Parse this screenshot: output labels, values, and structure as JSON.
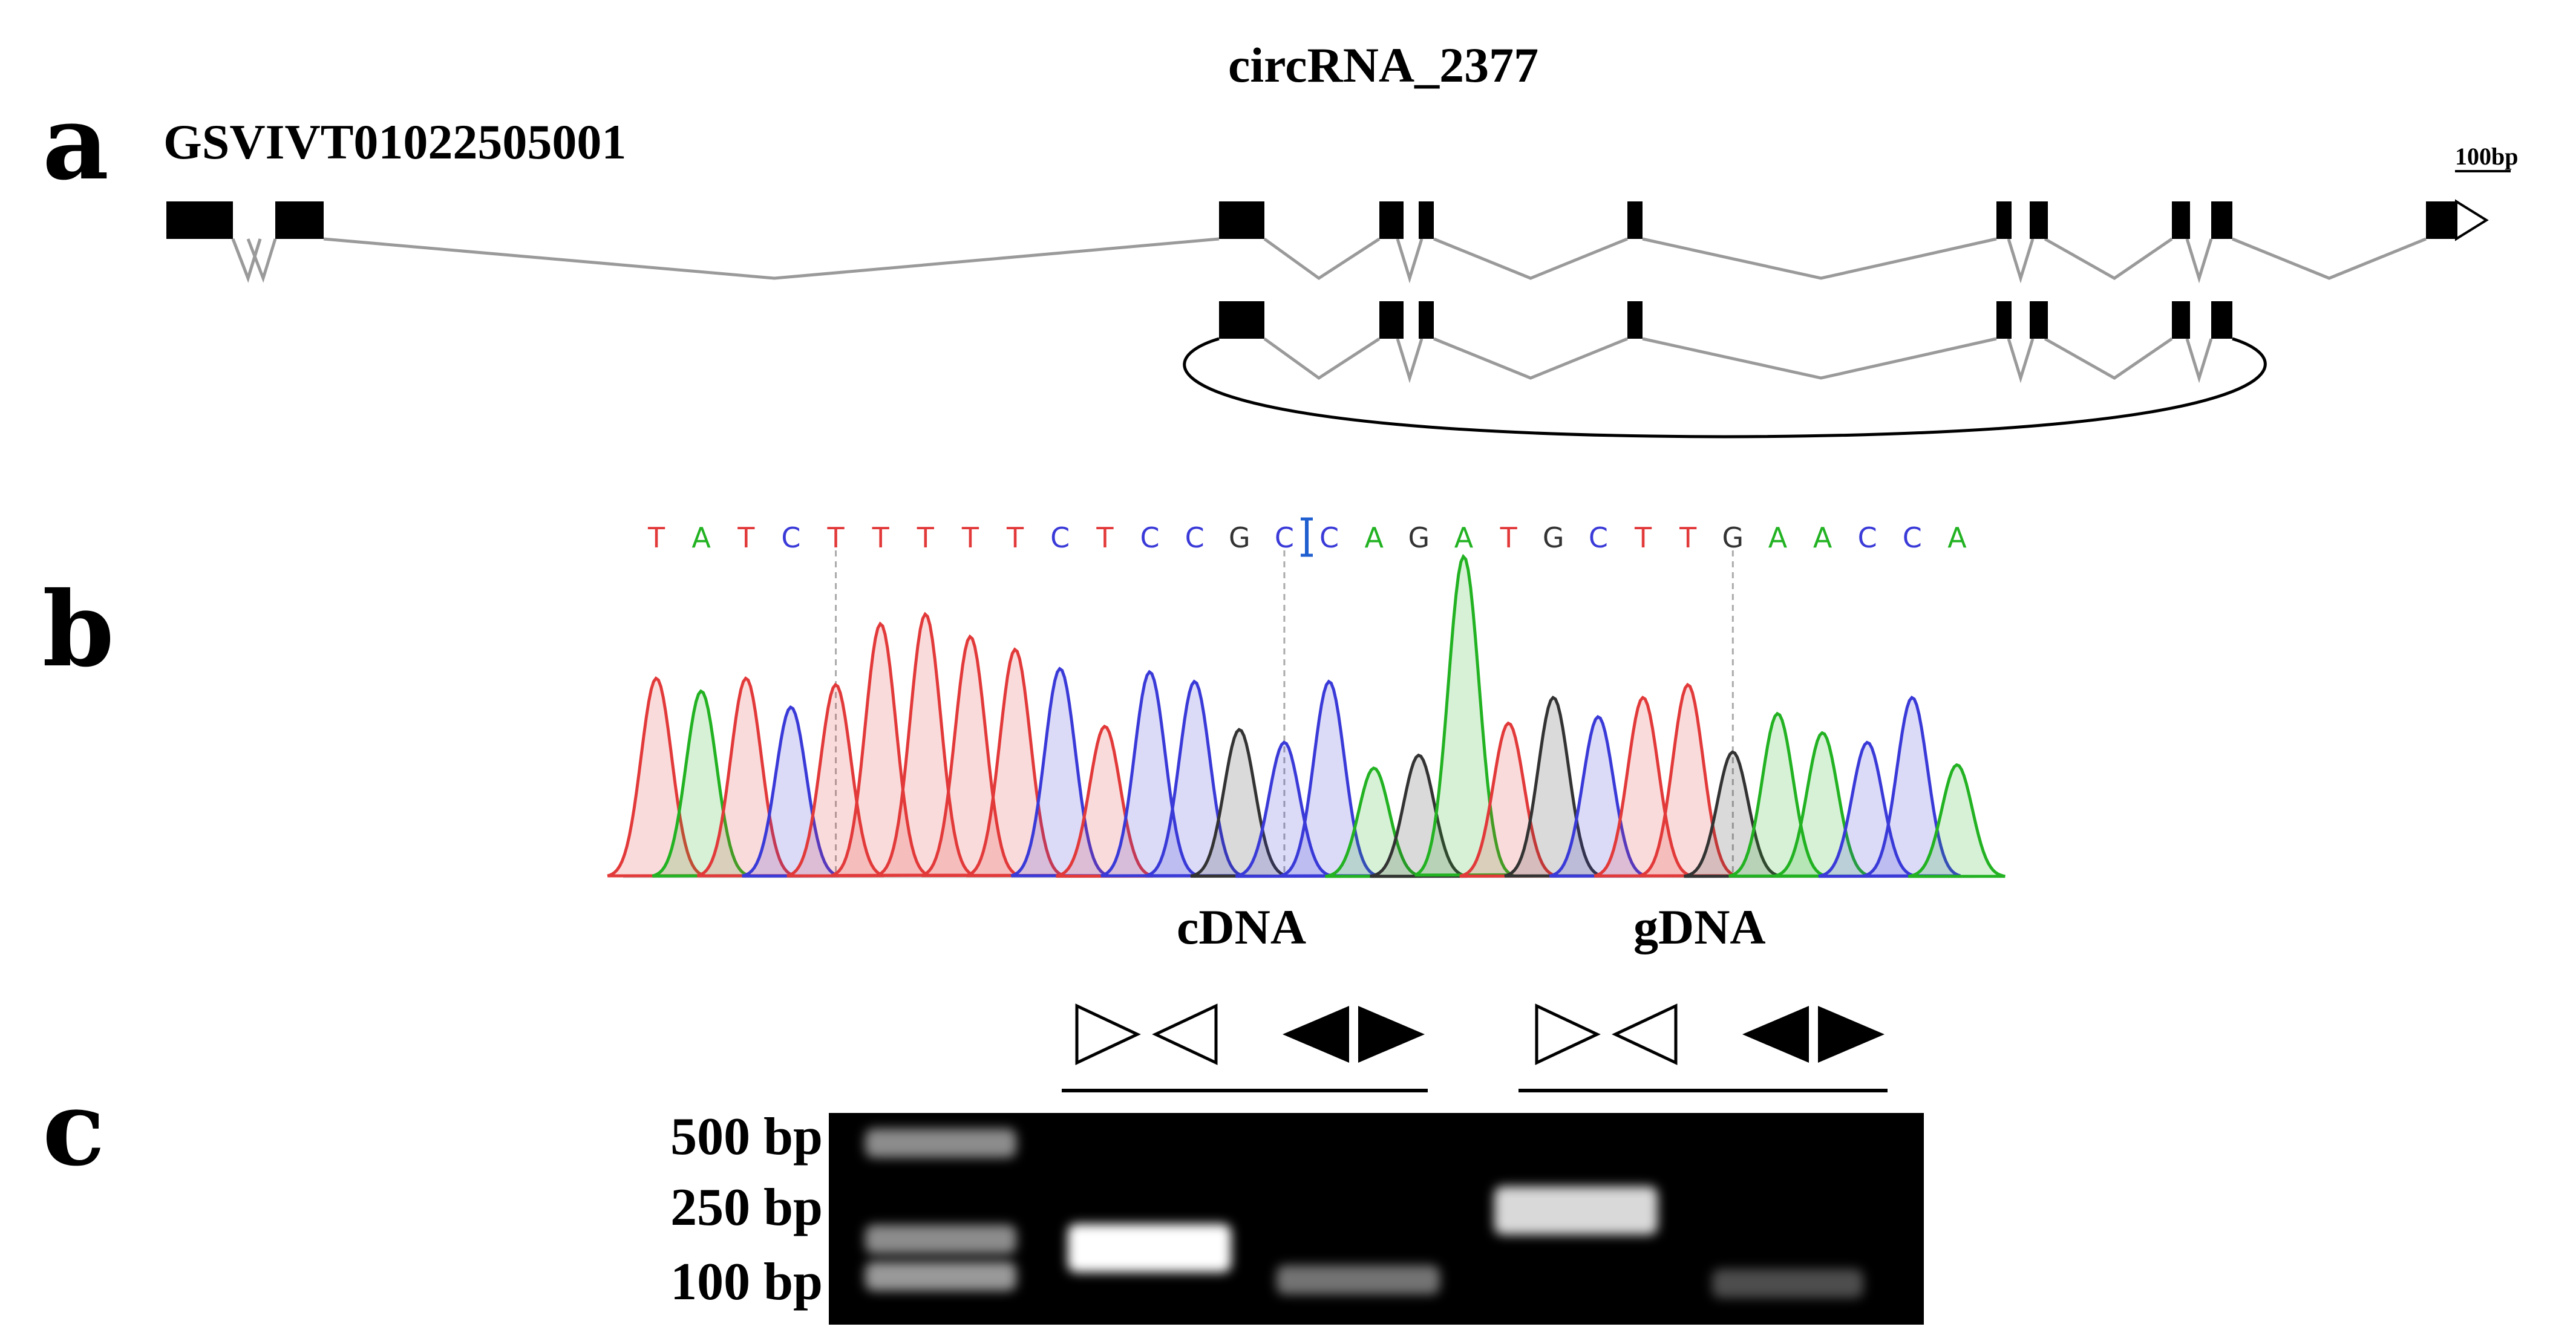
{
  "panels": {
    "a": {
      "letter": "a",
      "gene_name": "GSVIVT01022505001",
      "circ_name": "circRNA_2377",
      "scale_label": "100bp"
    },
    "b": {
      "letter": "b"
    },
    "c": {
      "letter": "c",
      "group1": "cDNA",
      "group2": "gDNA",
      "ladder": [
        "500 bp",
        "250 bp",
        "100 bp"
      ]
    }
  },
  "sequence": {
    "bases": [
      "T",
      "A",
      "T",
      "C",
      "T",
      "T",
      "T",
      "T",
      "T",
      "C",
      "T",
      "C",
      "C",
      "G",
      "C",
      "C",
      "A",
      "G",
      "A",
      "T",
      "G",
      "C",
      "T",
      "T",
      "G",
      "A",
      "A",
      "C",
      "C",
      "A"
    ],
    "base_colors": {
      "A": "#22b222",
      "C": "#3a3ad8",
      "G": "#333333",
      "T": "#e23a3a"
    },
    "peak_heights": [
      0.62,
      0.58,
      0.62,
      0.53,
      0.6,
      0.79,
      0.82,
      0.75,
      0.71,
      0.65,
      0.47,
      0.64,
      0.61,
      0.46,
      0.42,
      0.61,
      0.34,
      0.38,
      1.0,
      0.48,
      0.56,
      0.5,
      0.56,
      0.6,
      0.39,
      0.51,
      0.45,
      0.42,
      0.56,
      0.35
    ]
  },
  "gel": {
    "lanes": [
      {
        "bands": [
          {
            "size": 500,
            "intensity": 0.55
          },
          {
            "size": 180,
            "intensity": 0.55
          },
          {
            "size": 110,
            "intensity": 0.6
          }
        ]
      },
      {
        "bands": [
          {
            "size": 160,
            "intensity": 1.0
          }
        ]
      },
      {
        "bands": [
          {
            "size": 105,
            "intensity": 0.45
          }
        ]
      },
      {
        "bands": [
          {
            "size": 260,
            "intensity": 0.85
          }
        ]
      },
      {
        "bands": [
          {
            "size": 100,
            "intensity": 0.3
          }
        ]
      }
    ]
  },
  "colors": {
    "exon": "#000000",
    "intron": "#9a9a9a",
    "gel_bg": "#000000",
    "band": "#ffffff"
  }
}
